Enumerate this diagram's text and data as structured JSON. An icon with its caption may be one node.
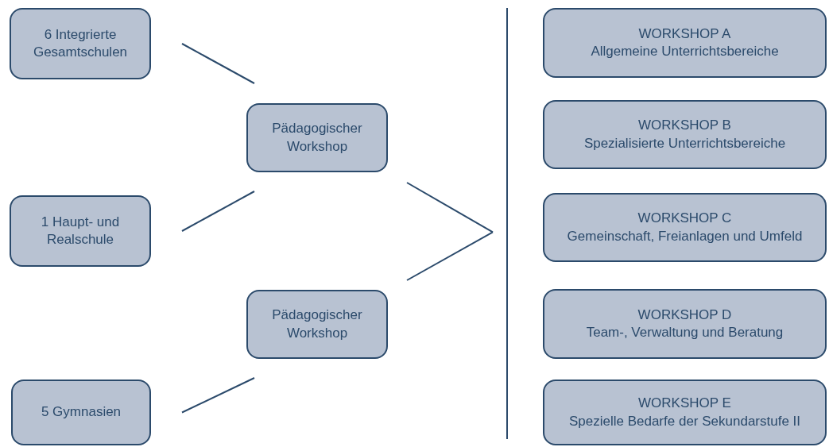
{
  "diagram": {
    "nodes": [
      {
        "text": [
          "6 Integrierte Gesamtschulen"
        ]
      },
      {
        "text": [
          "Pädagogischer Workshop"
        ]
      },
      {
        "text": [
          "1 Haupt- und Realschule"
        ]
      },
      {
        "text": [
          "Pädagogischer Workshop"
        ]
      },
      {
        "text": [
          "5 Gymnasien"
        ]
      },
      {
        "text": [],
        "shape": "bar"
      },
      {
        "text": [
          "WORKSHOP A",
          "Allgemeine Unterrichtsbereiche"
        ]
      },
      {
        "text": [
          "WORKSHOP B",
          "Spezialisierte Unterrichtsbereiche"
        ]
      },
      {
        "text": [
          "WORKSHOP C",
          "Gemeinschaft, Freianlagen und Umfeld"
        ]
      },
      {
        "text": [
          "WORKSHOP D",
          "Team-, Verwaltung und Beratung"
        ]
      },
      {
        "text": [
          "WORKSHOP E",
          "Spezielle Bedarfe der Sekundarstufe II"
        ]
      }
    ],
    "edges": [
      {
        "from": 0,
        "to": 1,
        "arrow": "none"
      },
      {
        "from": 2,
        "to": 1,
        "arrow": "none"
      },
      {
        "from": 4,
        "to": 3,
        "arrow": "none"
      },
      {
        "from": 1,
        "to": 5,
        "arrow": "none"
      },
      {
        "from": 3,
        "to": 5,
        "arrow": "none"
      }
    ]
  }
}
